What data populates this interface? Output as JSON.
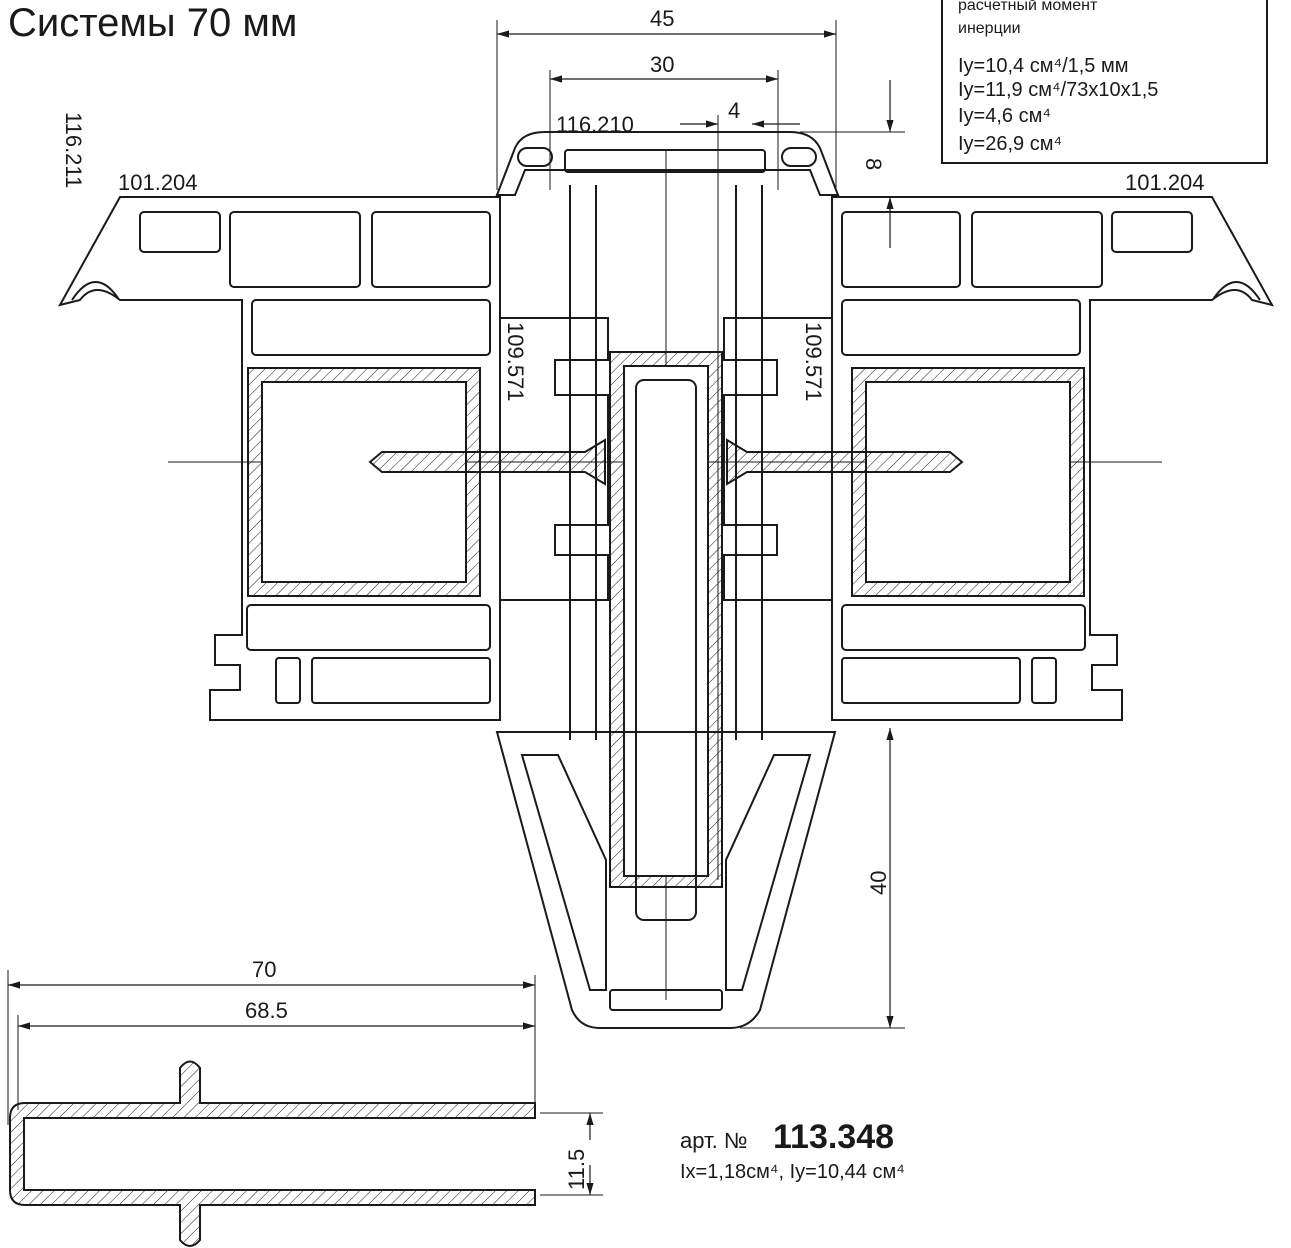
{
  "title": "Системы 70 мм",
  "legend": {
    "lines": [
      "расчетный момент",
      "инерции",
      "Iy=10,4 см⁴/1,5 мм",
      "Iy=11,9 см⁴/73x10x1,5",
      "Iy=4,6 см⁴",
      "Iy=26,9 см⁴"
    ]
  },
  "labels": {
    "profile_left": "101.204",
    "profile_right": "101.204",
    "profile_top_vertical": "116.211",
    "cap": "116.210",
    "insert_left": "109.571",
    "insert_right": "109.571"
  },
  "dimensions": {
    "outer_width": "45",
    "inner_width": "30",
    "gap": "4",
    "cap_height": "8",
    "bottom_depth": "40",
    "detail_total": "70",
    "detail_inner": "68.5",
    "detail_height": "11.5"
  },
  "article": {
    "prefix": "арт. №",
    "number": "113.348",
    "inertia": "Ix=1,18см⁴, Iy=10,44 см⁴"
  },
  "colors": {
    "line": "#1a1a1a",
    "paper": "#ffffff"
  }
}
